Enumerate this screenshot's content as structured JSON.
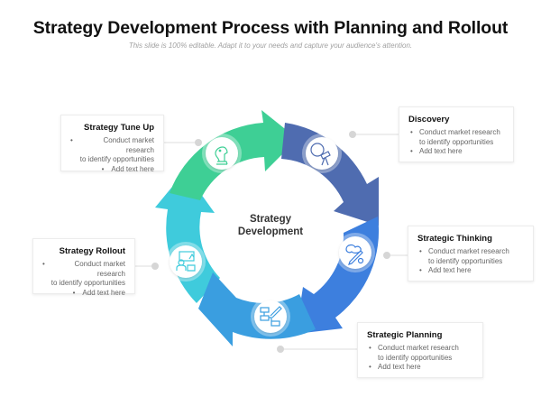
{
  "slide": {
    "title": "Strategy Development Process with Planning and Rollout",
    "subtitle": "This slide is 100% editable. Adapt it to your needs and capture your audience's attention."
  },
  "center": {
    "line1": "Strategy",
    "line2": "Development"
  },
  "stages": [
    {
      "id": "strategy-tune-up",
      "title": "Strategy Tune Up",
      "bullets": [
        "Conduct market research to identify opportunities",
        "Add text here"
      ],
      "bullet_lines": [
        "Conduct market research",
        "to identify opportunities",
        "Add text here"
      ],
      "icon": "chess-knight-icon",
      "color": "#3ecf95"
    },
    {
      "id": "discovery",
      "title": "Discovery",
      "bullets": [
        "Conduct market research to identify opportunities",
        "Add text here"
      ],
      "bullet_lines": [
        "Conduct market research",
        "to identify opportunities",
        "Add text here"
      ],
      "icon": "telescope-icon",
      "color": "#4f6cb0"
    },
    {
      "id": "strategic-thinking",
      "title": "Strategic Thinking",
      "bullets": [
        "Conduct market research to identify opportunities",
        "Add text here"
      ],
      "bullet_lines": [
        "Conduct market research",
        "to identify opportunities",
        "Add text here"
      ],
      "icon": "brain-pencil-icon",
      "color": "#3d7fde"
    },
    {
      "id": "strategic-planning",
      "title": "Strategic Planning",
      "bullets": [
        "Conduct market research to identify opportunities",
        "Add text here"
      ],
      "bullet_lines": [
        "Conduct market research",
        "to identify opportunities",
        "Add text here"
      ],
      "icon": "flowchart-pen-icon",
      "color": "#3a9ee0"
    },
    {
      "id": "strategy-rollout",
      "title": "Strategy Rollout",
      "bullets": [
        "Conduct market research to identify opportunities",
        "Add text here"
      ],
      "bullet_lines": [
        "Conduct market research",
        "to identify opportunities",
        "Add text here"
      ],
      "icon": "presenter-chart-icon",
      "color": "#3fcbdc"
    }
  ],
  "bullet_glyph": "•"
}
